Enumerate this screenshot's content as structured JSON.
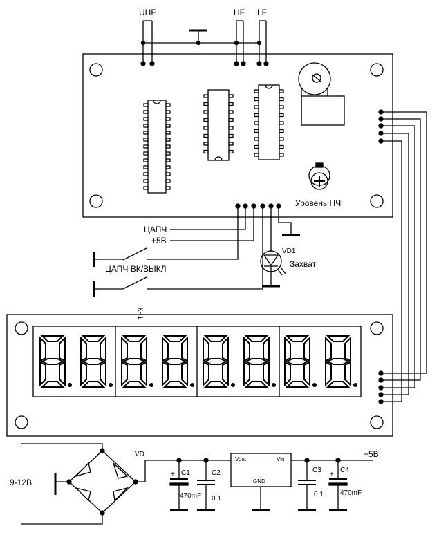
{
  "labels": {
    "uhf": "UHF",
    "hf": "HF",
    "lf": "LF",
    "level_lf": "Уровень НЧ",
    "apch": "ЦАПЧ",
    "plus5v": "+5В",
    "vd1": "VD1",
    "capture": "Захват",
    "apch_switch": "ЦАПЧ ВК/ВЫКЛ",
    "kn1": "КН1",
    "vd": "VD",
    "supply_in": "9-12В",
    "supply_out": "+5В",
    "c1": "C1",
    "c1_val": "470mF",
    "c2": "C2",
    "c2_val": "0.1",
    "c3": "C3",
    "c3_val": "0.1",
    "c4": "C4",
    "c4_val": "470mF",
    "vout": "Vout",
    "vin": "Vin",
    "gnd": "GND",
    "c1_plus": "+",
    "c4_plus": "+"
  },
  "display": {
    "digit_count": 8,
    "segment_color": "#000000",
    "background": "#ffffff"
  }
}
